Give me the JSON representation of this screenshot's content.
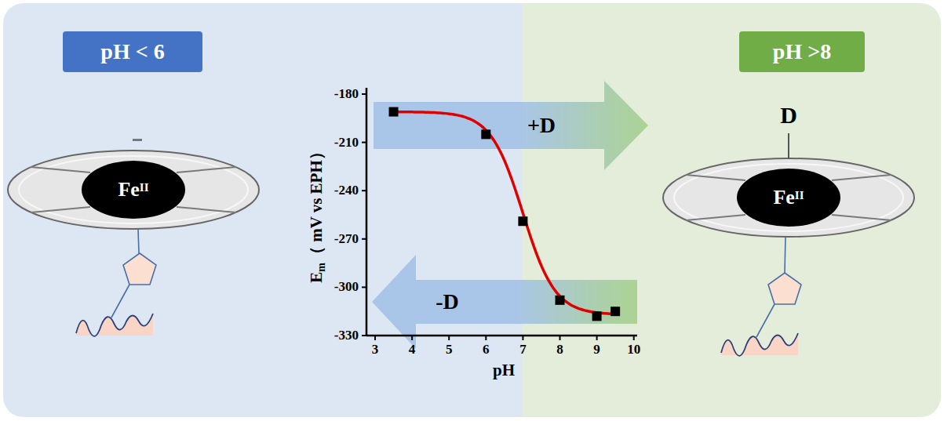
{
  "diagram": {
    "nodes": [
      {
        "text": [
          "pH < 6"
        ]
      },
      {
        "text": [
          "pH >8"
        ]
      },
      {
        "text": [
          "Fe",
          "II"
        ]
      },
      {
        "text": [
          "Fe",
          "II"
        ]
      },
      {
        "text": [
          "+D"
        ]
      },
      {
        "text": [
          "-D"
        ]
      }
    ],
    "labels": [
      "-180",
      "-210",
      "-240",
      "-270",
      "-300",
      "-330",
      "3",
      "4",
      "5",
      "6",
      "7",
      "8",
      "9",
      "10",
      "E",
      "m",
      "（ mV vs EPH）",
      "pH",
      "D"
    ]
  }
}
